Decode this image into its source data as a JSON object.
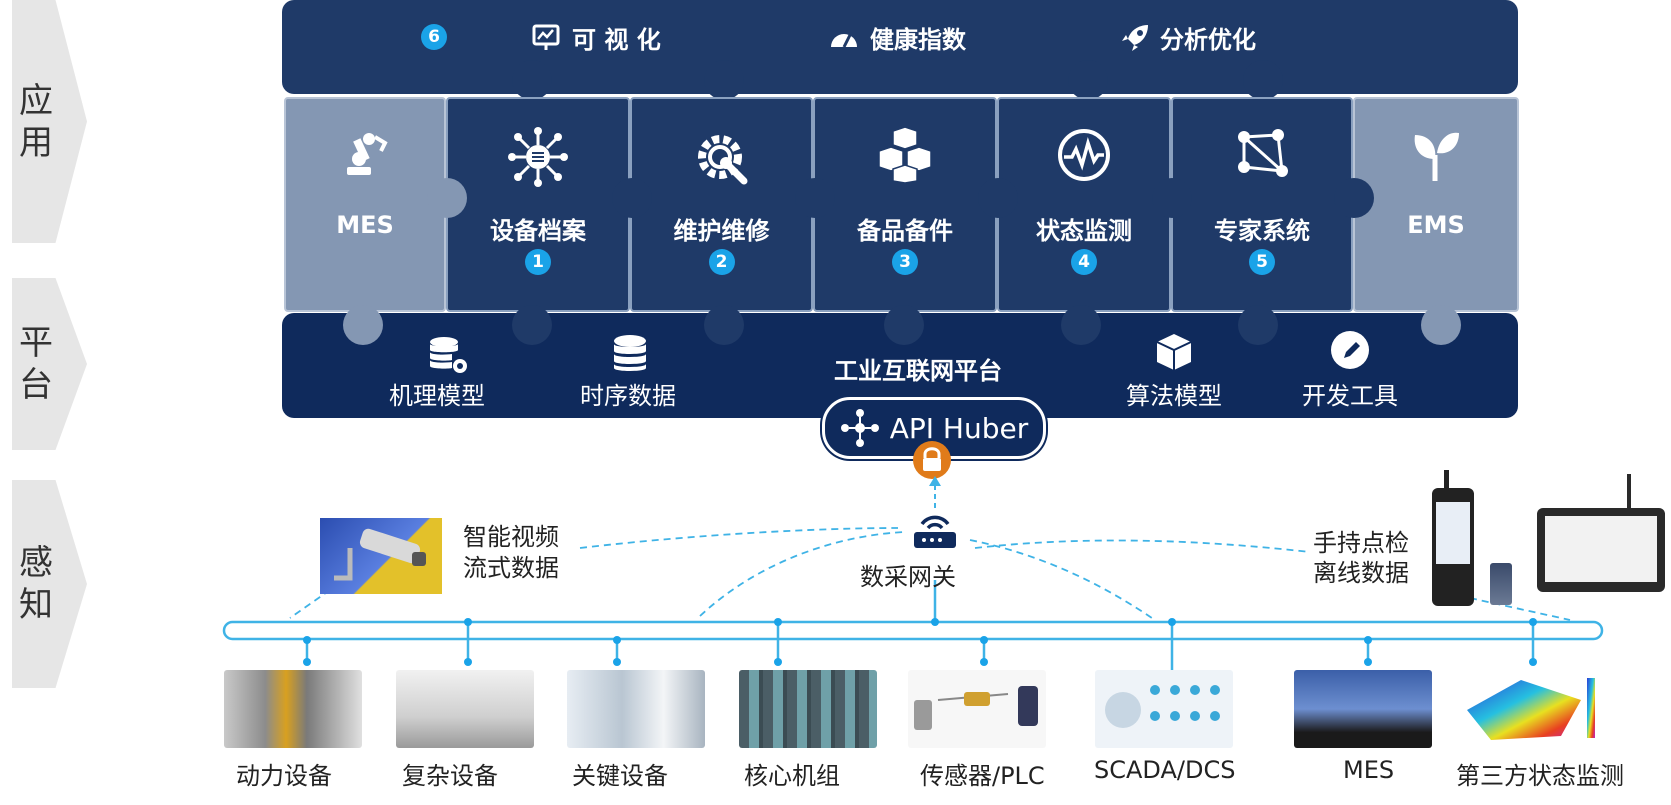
{
  "layers": [
    "应\n用",
    "平\n台",
    "感\n知"
  ],
  "top_band": {
    "badge": "6",
    "items": [
      "可 视 化",
      "健康指数",
      "分析优化"
    ],
    "icons": [
      "chart-monitor-icon",
      "gauge-icon",
      "rocket-icon"
    ]
  },
  "modules": [
    {
      "label": "MES",
      "icon": "robot-arm-icon",
      "num": ""
    },
    {
      "label": "设备档案",
      "icon": "network-hub-icon",
      "num": "1"
    },
    {
      "label": "维护维修",
      "icon": "gear-wrench-icon",
      "num": "2"
    },
    {
      "label": "备品备件",
      "icon": "boxes-icon",
      "num": "3"
    },
    {
      "label": "状态监测",
      "icon": "waveform-icon",
      "num": "4"
    },
    {
      "label": "专家系统",
      "icon": "graph-nodes-icon",
      "num": "5"
    },
    {
      "label": "EMS",
      "icon": "sprout-icon",
      "num": ""
    }
  ],
  "platform": {
    "title": "工业互联网平台",
    "items": [
      "机理模型",
      "时序数据",
      "算法模型",
      "开发工具"
    ],
    "icons": [
      "database-gear-icon",
      "database-icon",
      "cube-icon",
      "pen-icon"
    ],
    "api": "API Huber"
  },
  "sensing": {
    "video": "智能视频\n流式数据",
    "gateway": "数采网关",
    "handheld": "手持点检\n离线数据",
    "devices": [
      "动力设备",
      "复杂设备",
      "关键设备",
      "核心机组",
      "传感器/PLC",
      "SCADA/DCS",
      "MES",
      "第三方状态监测"
    ]
  },
  "colors": {
    "navy": "#1f3a68",
    "deep_navy": "#0f2a5c",
    "side": "#8497b3",
    "accent": "#1aa3e8",
    "lock": "#e07b1a"
  }
}
